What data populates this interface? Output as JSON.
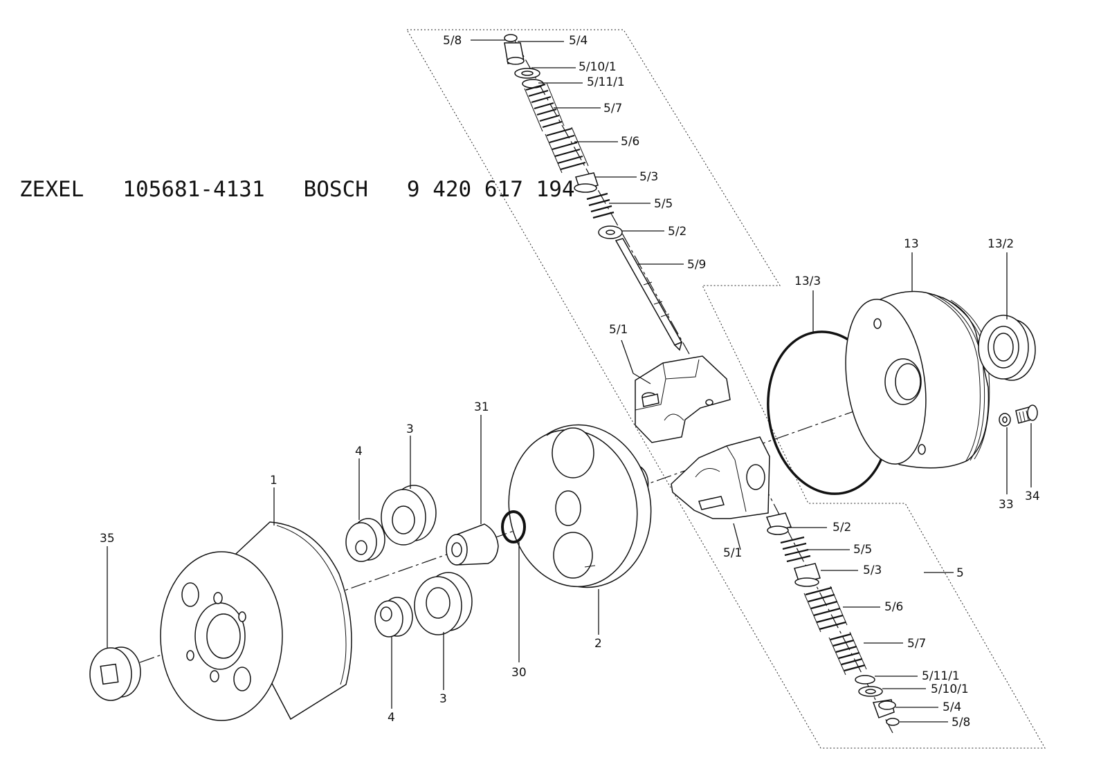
{
  "header": {
    "title": "ZEXEL   105681-4131   BOSCH   9 420 617 194"
  },
  "callouts": {
    "p58_top": "5/8",
    "p54_top": "5/4",
    "p5101_top": "5/10/1",
    "p5111_top": "5/11/1",
    "p57_top": "5/7",
    "p56_top": "5/6",
    "p53_top": "5/3",
    "p55_top": "5/5",
    "p52_top": "5/2",
    "p59": "5/9",
    "p51_top": "5/1",
    "p51_bottom": "5/1",
    "p52_bottom": "5/2",
    "p55_bottom": "5/5",
    "p53_bottom": "5/3",
    "p56_bottom": "5/6",
    "p57_bottom": "5/7",
    "p5111_bottom": "5/11/1",
    "p5101_bottom": "5/10/1",
    "p54_bottom": "5/4",
    "p58_bottom": "5/8",
    "p5": "5",
    "p13": "13",
    "p132": "13/2",
    "p133": "13/3",
    "p33": "33",
    "p34": "34",
    "p31": "31",
    "p30": "30",
    "p2": "2",
    "p1": "1",
    "p35": "35",
    "p3_top": "3",
    "p3_bottom": "3",
    "p4_top": "4",
    "p4_bottom": "4"
  }
}
